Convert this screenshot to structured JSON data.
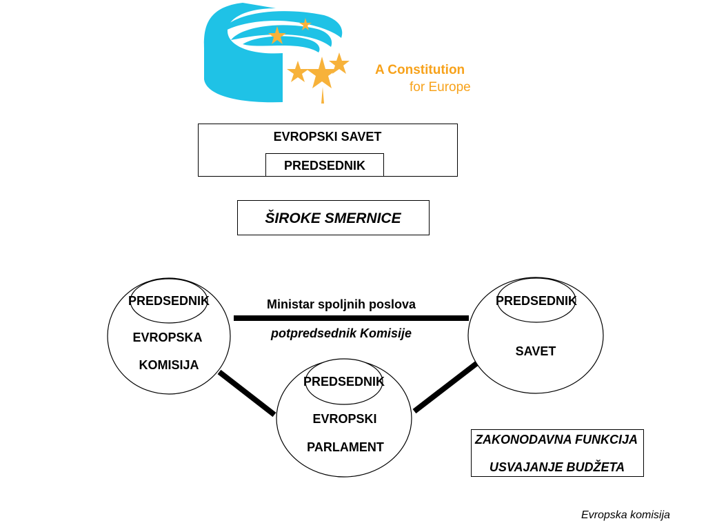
{
  "logo": {
    "line1": "A Constitution",
    "line2": "for Europe",
    "colors": {
      "ring": "#1fc2e6",
      "star": "#f7b23a",
      "text": "#f7a21b"
    }
  },
  "council_box": {
    "title": "EVROPSKI SAVET",
    "president": "PREDSEDNIK"
  },
  "guidelines": {
    "label": "ŠIROKE SMERNICE"
  },
  "nodes": {
    "commission": {
      "head": "PREDSEDNIK",
      "line1": "EVROPSKA",
      "line2": "KOMISIJA"
    },
    "council": {
      "head": "PREDSEDNIK",
      "line1": "SAVET"
    },
    "parliament": {
      "head": "PREDSEDNIK",
      "line1": "EVROPSKI",
      "line2": "PARLAMENT"
    }
  },
  "link": {
    "line1": "Ministar spoljnih poslova",
    "line2": "potpredsednik Komisije"
  },
  "functions": {
    "line1": "ZAKONODAVNA FUNKCIJA",
    "line2": "USVAJANJE BUDŽETA"
  },
  "footer": {
    "caption": "Evropska komisija"
  }
}
